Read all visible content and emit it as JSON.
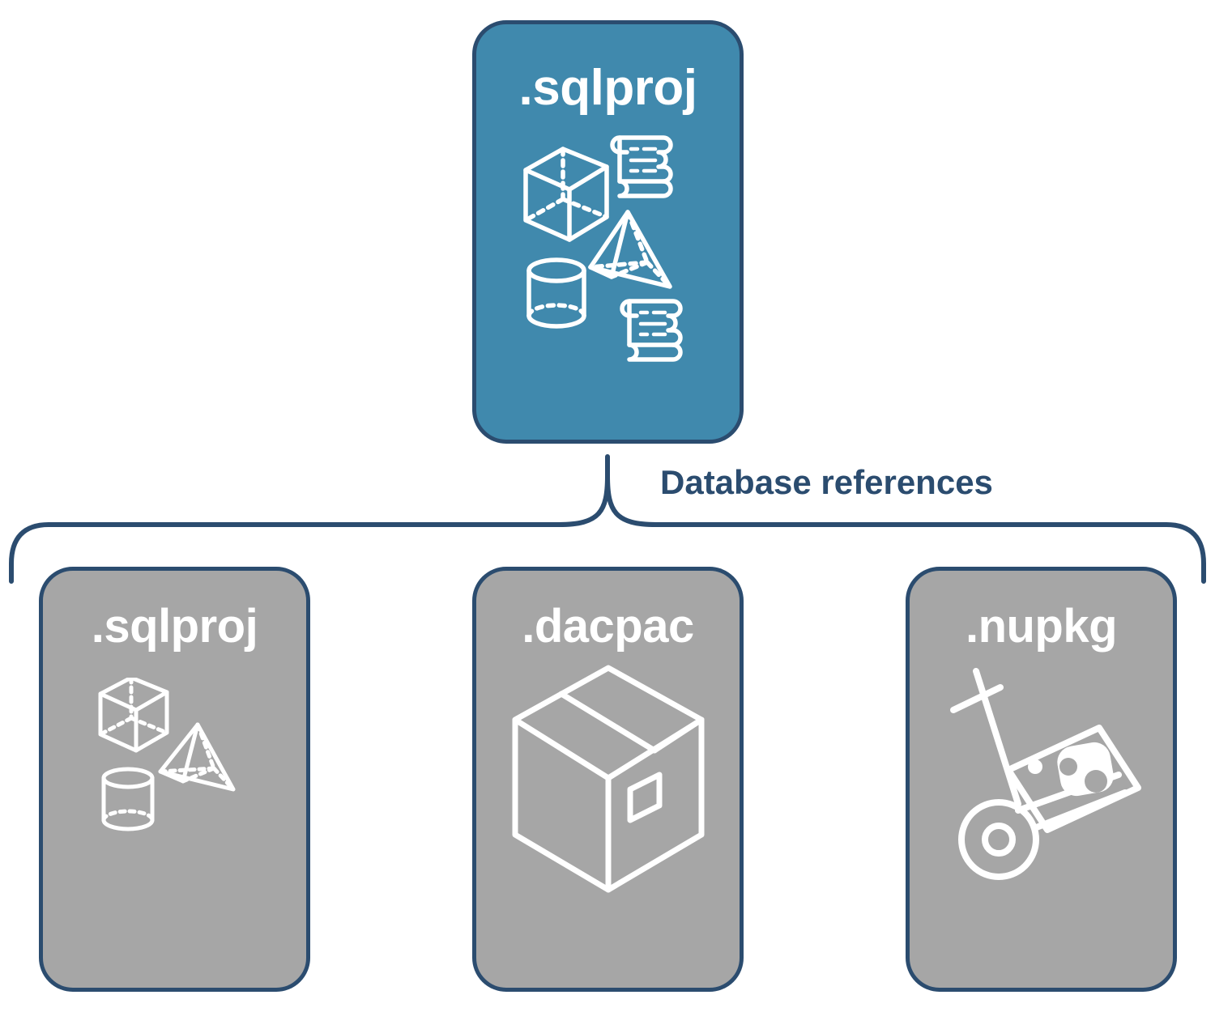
{
  "theme": {
    "accent": "#4089ad",
    "gray": "#a6a6a6",
    "stroke": "#2b4c6f",
    "ink": "#2b4c6f",
    "icon": "#ffffff",
    "background": "#ffffff"
  },
  "diagram": {
    "type": "hierarchy",
    "connector_label": "Database references",
    "root": {
      "label": ".sqlproj",
      "fill": "#4089ad",
      "icons": [
        "cube-icon",
        "scroll-icon",
        "pyramid-icon",
        "cylinder-icon",
        "scroll-icon"
      ]
    },
    "children": [
      {
        "label": ".sqlproj",
        "fill": "#a6a6a6",
        "icons": [
          "cube-icon",
          "pyramid-icon",
          "cylinder-icon"
        ]
      },
      {
        "label": ".dacpac",
        "fill": "#a6a6a6",
        "icons": [
          "package-box-icon"
        ]
      },
      {
        "label": ".nupkg",
        "fill": "#a6a6a6",
        "icons": [
          "hand-truck-icon"
        ]
      }
    ]
  }
}
